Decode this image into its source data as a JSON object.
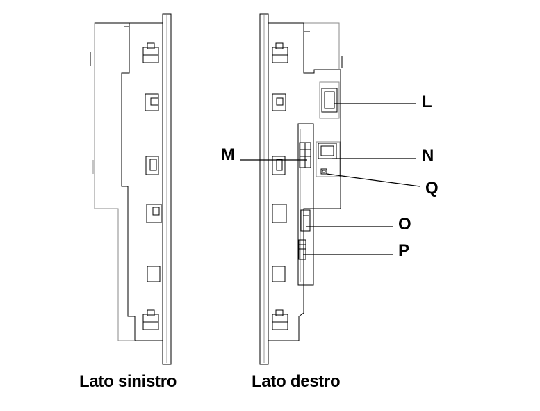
{
  "captions": {
    "left": "Lato sinistro",
    "right": "Lato destro"
  },
  "callouts": {
    "L": "L",
    "M": "M",
    "N": "N",
    "Q": "Q",
    "O": "O",
    "P": "P"
  },
  "colors": {
    "line": "#000000",
    "grey": "#8a8a8a",
    "light_grey": "#bdbdbd",
    "background": "#ffffff"
  }
}
